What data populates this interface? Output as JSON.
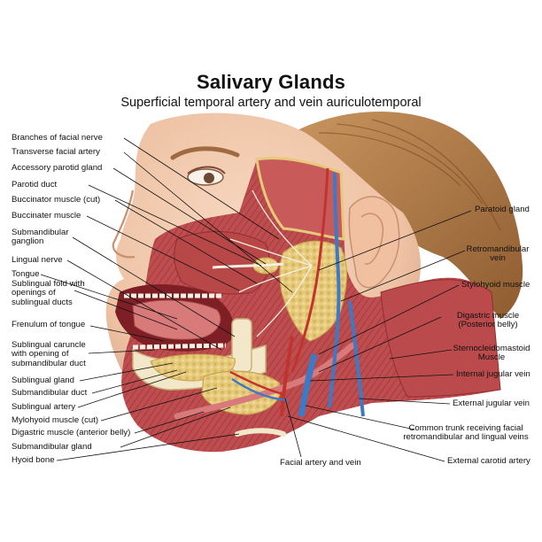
{
  "header": {
    "title": "Salivary Glands",
    "subtitle": "Superficial temporal artery and vein auriculotemporal"
  },
  "labels_left": [
    "Branches of facial nerve",
    "Transverse facial artery",
    "Accessory parotid gland",
    "Parotid duct",
    "Buccinator muscle (cut)",
    "Buccinater muscle",
    "Submandibular ganglion",
    "Lingual nerve",
    "Tongue",
    "Sublingual fold with openings of sublingual ducts",
    "Frenulum of tongue",
    "Sublingual caruncle with opening of submandibular duct",
    "Sublingual gland",
    "Submandibular duct",
    "Sublingual artery",
    "Mylohyoid muscle (cut)",
    "Digastric muscle (anterior belly)",
    "Submandibular gland",
    "Hyoid bone"
  ],
  "labels_right": [
    "Paratoid gland",
    "Retromandibular vein",
    "Stylohyoid muscle",
    "Digastric muscle (Posterior belly)",
    "Sternocleidomastoid Muscle",
    "Internal jugular vein",
    "External jugular vein",
    "Common trunk receiving facial retromandibular and lingual veins",
    "External carotid artery"
  ],
  "labels_bottom": [
    "Facial artery and vein"
  ],
  "colors": {
    "skin": "#f0c9ad",
    "skin_shadow": "#d9a183",
    "hair": "#b07a45",
    "muscle": "#b8484a",
    "muscle_light": "#d8797a",
    "gland": "#e6c97a",
    "gland_dark": "#c9a24f",
    "artery": "#c2332e",
    "vein": "#3d79c4",
    "nerve": "#f4efe0",
    "leader": "#111111"
  }
}
